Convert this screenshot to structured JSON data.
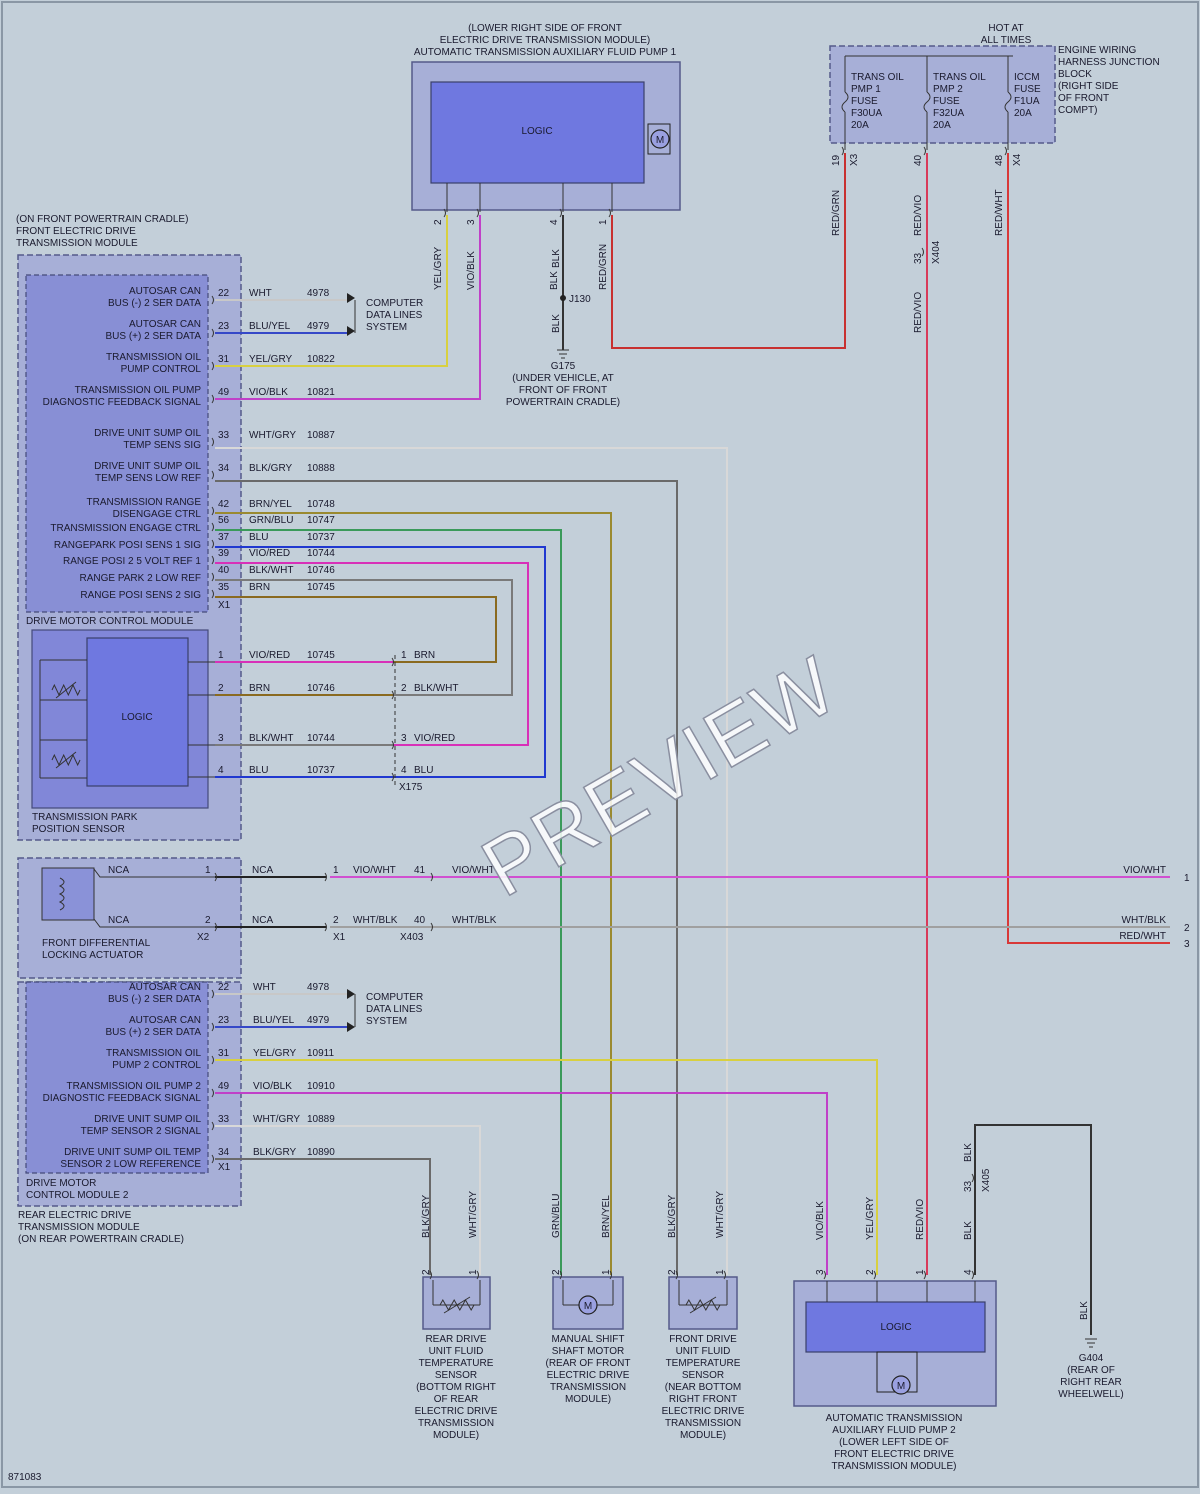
{
  "diagram_number": "871083",
  "watermark": "PREVIEW",
  "pump1": {
    "title": [
      "(LOWER RIGHT SIDE OF FRONT",
      "ELECTRIC DRIVE TRANSMISSION MODULE)",
      "AUTOMATIC TRANSMISSION AUXILIARY FLUID PUMP 1"
    ],
    "logic": "LOGIC",
    "motor": "M",
    "pins": [
      "2",
      "3",
      "4",
      "1"
    ],
    "wires": [
      "YEL/GRY",
      "VIO/BLK",
      "BLK",
      "RED/GRN"
    ]
  },
  "fuse_block": {
    "hot_label": [
      "HOT AT",
      "ALL TIMES"
    ],
    "name": [
      "ENGINE WIRING",
      "HARNESS JUNCTION",
      "BLOCK",
      "(RIGHT SIDE",
      "OF FRONT",
      "COMPT)"
    ],
    "fuses": [
      {
        "lines": [
          "TRANS OIL",
          "PMP 1",
          "FUSE",
          "F30UA",
          "20A"
        ],
        "pin": "19",
        "connector": "X3",
        "wire": "RED/GRN"
      },
      {
        "lines": [
          "TRANS OIL",
          "PMP 2",
          "FUSE",
          "F32UA",
          "20A"
        ],
        "pin": "40",
        "connector": "",
        "wire": "RED/VIO"
      },
      {
        "lines": [
          "ICCM",
          "FUSE",
          "F1UA",
          "20A"
        ],
        "pin": "48",
        "connector": "X4",
        "wire": "RED/WHT"
      }
    ]
  },
  "inline_x404": {
    "pin": "33",
    "connector": "X404",
    "wire": "RED/VIO"
  },
  "ground_g175": {
    "wire_top": "BLK",
    "splice": "J130",
    "wire_bottom": "BLK",
    "name": "G175",
    "location": [
      "(UNDER VEHICLE, AT",
      "FRONT OF FRONT",
      "POWERTRAIN CRADLE)"
    ]
  },
  "front_module": {
    "location": [
      "(ON FRONT POWERTRAIN CRADLE)",
      "FRONT ELECTRIC DRIVE",
      "TRANSMISSION MODULE"
    ],
    "inner_name": "DRIVE MOTOR CONTROL MODULE",
    "connector": "X1",
    "circuits": [
      {
        "label": [
          "AUTOSAR CAN",
          "BUS (-) 2 SER DATA"
        ],
        "pin": "22",
        "wire": "WHT",
        "circuit": "4978"
      },
      {
        "label": [
          "AUTOSAR CAN",
          "BUS (+) 2 SER DATA"
        ],
        "pin": "23",
        "wire": "BLU/YEL",
        "circuit": "4979"
      },
      {
        "label": [
          "TRANSMISSION OIL",
          "PUMP CONTROL"
        ],
        "pin": "31",
        "wire": "YEL/GRY",
        "circuit": "10822"
      },
      {
        "label": [
          "TRANSMISSION OIL PUMP",
          "DIAGNOSTIC FEEDBACK SIGNAL"
        ],
        "pin": "49",
        "wire": "VIO/BLK",
        "circuit": "10821"
      },
      {
        "label": [
          "DRIVE UNIT SUMP OIL",
          "TEMP SENS SIG"
        ],
        "pin": "33",
        "wire": "WHT/GRY",
        "circuit": "10887"
      },
      {
        "label": [
          "DRIVE UNIT SUMP OIL",
          "TEMP SENS LOW REF"
        ],
        "pin": "34",
        "wire": "BLK/GRY",
        "circuit": "10888"
      },
      {
        "label": [
          "TRANSMISSION RANGE",
          "DISENGAGE CTRL"
        ],
        "pin": "42",
        "wire": "BRN/YEL",
        "circuit": "10748"
      },
      {
        "label": [
          "TRANSMISSION ENGAGE CTRL"
        ],
        "pin": "56",
        "wire": "GRN/BLU",
        "circuit": "10747"
      },
      {
        "label": [
          "RANGEPARK POSI SENS 1 SIG"
        ],
        "pin": "37",
        "wire": "BLU",
        "circuit": "10737"
      },
      {
        "label": [
          "RANGE POSI 2 5 VOLT REF 1"
        ],
        "pin": "39",
        "wire": "VIO/RED",
        "circuit": "10744"
      },
      {
        "label": [
          "RANGE PARK 2 LOW REF"
        ],
        "pin": "40",
        "wire": "BLK/WHT",
        "circuit": "10746"
      },
      {
        "label": [
          "RANGE POSI SENS 2 SIG"
        ],
        "pin": "35",
        "wire": "BRN",
        "circuit": "10745"
      }
    ],
    "data_system": [
      "COMPUTER",
      "DATA LINES",
      "SYSTEM"
    ]
  },
  "park_sensor": {
    "name": [
      "TRANSMISSION PARK",
      "POSITION SENSOR"
    ],
    "logic": "LOGIC",
    "connector": "X175",
    "pins": [
      {
        "pin": "1",
        "wire": "VIO/RED",
        "circuit": "10745",
        "far_pin": "1",
        "far_wire": "BRN"
      },
      {
        "pin": "2",
        "wire": "BRN",
        "circuit": "10746",
        "far_pin": "2",
        "far_wire": "BLK/WHT"
      },
      {
        "pin": "3",
        "wire": "BLK/WHT",
        "circuit": "10744",
        "far_pin": "3",
        "far_wire": "VIO/RED"
      },
      {
        "pin": "4",
        "wire": "BLU",
        "circuit": "10737",
        "far_pin": "4",
        "far_wire": "BLU"
      }
    ]
  },
  "locking_actuator": {
    "name": [
      "FRONT DIFFERENTIAL",
      "LOCKING ACTUATOR"
    ],
    "connector": "X2",
    "rows": [
      {
        "pin": "1",
        "wire": "NCA",
        "wire2": "NCA",
        "x1_pin": "1",
        "wire3": "VIO/WHT",
        "x403_pin": "41",
        "wire4": "VIO/WHT",
        "out_wire": "VIO/WHT",
        "out_num": "1"
      },
      {
        "pin": "2",
        "wire": "NCA",
        "wire2": "NCA",
        "x1_pin": "2",
        "wire3": "WHT/BLK",
        "x403_pin": "40",
        "wire4": "WHT/BLK",
        "out_wire": "WHT/BLK",
        "out_num": "2"
      }
    ],
    "x1": "X1",
    "x403": "X403",
    "extra_out": {
      "wire": "RED/WHT",
      "num": "3"
    }
  },
  "rear_module": {
    "inner_name": [
      "DRIVE MOTOR",
      "CONTROL MODULE 2"
    ],
    "location": [
      "REAR ELECTRIC DRIVE",
      "TRANSMISSION MODULE",
      "(ON REAR POWERTRAIN CRADLE)"
    ],
    "connector": "X1",
    "circuits": [
      {
        "label": [
          "AUTOSAR CAN",
          "BUS (-) 2 SER DATA"
        ],
        "pin": "22",
        "wire": "WHT",
        "circuit": "4978"
      },
      {
        "label": [
          "AUTOSAR CAN",
          "BUS (+) 2 SER DATA"
        ],
        "pin": "23",
        "wire": "BLU/YEL",
        "circuit": "4979"
      },
      {
        "label": [
          "TRANSMISSION OIL",
          "PUMP 2 CONTROL"
        ],
        "pin": "31",
        "wire": "YEL/GRY",
        "circuit": "10911"
      },
      {
        "label": [
          "TRANSMISSION OIL PUMP 2",
          "DIAGNOSTIC FEEDBACK SIGNAL"
        ],
        "pin": "49",
        "wire": "VIO/BLK",
        "circuit": "10910"
      },
      {
        "label": [
          "DRIVE UNIT SUMP OIL",
          "TEMP SENSOR 2 SIGNAL"
        ],
        "pin": "33",
        "wire": "WHT/GRY",
        "circuit": "10889"
      },
      {
        "label": [
          "DRIVE UNIT SUMP OIL TEMP",
          "SENSOR 2 LOW REFERENCE"
        ],
        "pin": "34",
        "wire": "BLK/GRY",
        "circuit": "10890"
      }
    ],
    "data_system": [
      "COMPUTER",
      "DATA LINES",
      "SYSTEM"
    ]
  },
  "bottom_devices": {
    "rear_temp": {
      "pins": [
        "2",
        "1"
      ],
      "wires": [
        "BLK/GRY",
        "WHT/GRY"
      ],
      "name": [
        "REAR DRIVE",
        "UNIT FLUID",
        "TEMPERATURE",
        "SENSOR",
        "(BOTTOM RIGHT",
        "OF REAR",
        "ELECTRIC DRIVE",
        "TRANSMISSION",
        "MODULE)"
      ]
    },
    "shift_motor": {
      "pins": [
        "2",
        "1"
      ],
      "wires": [
        "GRN/BLU",
        "BRN/YEL"
      ],
      "motor": "M",
      "name": [
        "MANUAL SHIFT",
        "SHAFT MOTOR",
        "(REAR OF FRONT",
        "ELECTRIC DRIVE",
        "TRANSMISSION",
        "MODULE)"
      ]
    },
    "front_temp": {
      "pins": [
        "2",
        "1"
      ],
      "wires": [
        "BLK/GRY",
        "WHT/GRY"
      ],
      "name": [
        "FRONT DRIVE",
        "UNIT FLUID",
        "TEMPERATURE",
        "SENSOR",
        "(NEAR BOTTOM",
        "RIGHT FRONT",
        "ELECTRIC DRIVE",
        "TRANSMISSION",
        "MODULE)"
      ]
    },
    "pump2": {
      "pins": [
        "3",
        "2",
        "1",
        "4"
      ],
      "wires": [
        "VIO/BLK",
        "YEL/GRY",
        "RED/VIO",
        "BLK"
      ],
      "logic": "LOGIC",
      "motor": "M",
      "name": [
        "AUTOMATIC TRANSMISSION",
        "AUXILIARY FLUID PUMP 2",
        "(LOWER LEFT SIDE OF",
        "FRONT ELECTRIC DRIVE",
        "TRANSMISSION MODULE)"
      ]
    }
  },
  "inline_x405": {
    "pin": "33",
    "connector": "X405",
    "wire": "BLK"
  },
  "ground_g404": {
    "wire": "BLK",
    "name": "G404",
    "location": [
      "(REAR OF",
      "RIGHT REAR",
      "WHEELWELL)"
    ]
  },
  "colors": {
    "WHT": "#c8c8c8",
    "BLU/YEL": "#3548c8",
    "YEL/GRY": "#d8d040",
    "VIO/BLK": "#c040c8",
    "WHT/GRY": "#d8d8d8",
    "BLK/GRY": "#6a6a6a",
    "BRN/YEL": "#9a8a30",
    "GRN/BLU": "#3a9a5a",
    "BLU": "#2038d0",
    "VIO/RED": "#d830b8",
    "BLK/WHT": "#7a7a7a",
    "BRN": "#8a6a20",
    "RED/GRN": "#c83030",
    "RED/VIO": "#d83a5a",
    "RED/WHT": "#d83838",
    "BLK": "#333333",
    "VIO/WHT": "#d050d0",
    "WHT/BLK": "#a0a0a0"
  }
}
